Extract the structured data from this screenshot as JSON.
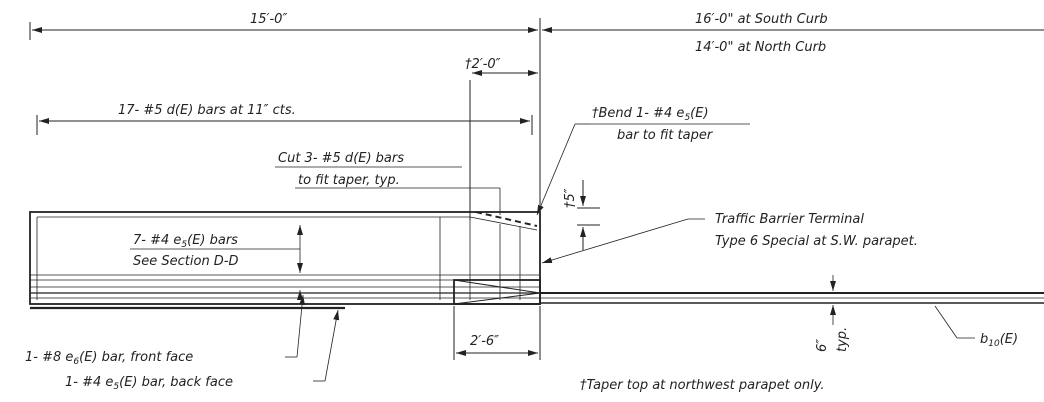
{
  "dimensions": {
    "overall_left": "15′-0″",
    "south_curb": "16′-0\" at South Curb",
    "north_curb": "14′-0\" at North Curb",
    "taper_length": "†2′-0″",
    "taper_height": "†5″",
    "terminal_length": "2′-6″",
    "slab_offset": "6″",
    "slab_offset_note": "typ."
  },
  "callouts": {
    "d_bars": "17- #5 d(E) bars at 11″ cts.",
    "cut_bars_1": "Cut 3- #5 d(E) bars",
    "cut_bars_2": "to fit taper, typ.",
    "bend_bar_prefix": "†Bend 1- #4 e",
    "bend_bar_sub": "5",
    "bend_bar_suffix": "(E)",
    "bend_bar_2": "bar to fit taper",
    "e5_bars_prefix": "7- #4 e",
    "e5_bars_sub": "5",
    "e5_bars_suffix": "(E) bars",
    "section_ref": "See Section D-D",
    "terminal_1": "Traffic Barrier Terminal",
    "terminal_2": "Type 6 Special at S.W. parapet.",
    "front_face_prefix": "1- #8 e",
    "front_face_sub": "6",
    "front_face_suffix": "(E) bar, front face",
    "back_face_prefix": "1- #4 e",
    "back_face_sub": "5",
    "back_face_suffix": "(E) bar, back face",
    "b10_prefix": "b",
    "b10_sub": "10",
    "b10_suffix": "(E)",
    "taper_note": "†Taper top at northwest parapet only."
  }
}
